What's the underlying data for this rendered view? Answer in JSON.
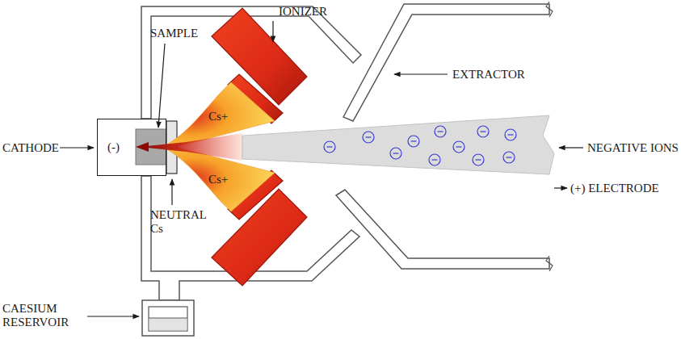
{
  "diagram": {
    "nodes": [
      {
        "text": [
          "(-)"
        ]
      },
      {
        "text": [
          "Cs+"
        ]
      },
      {
        "text": [
          "Cs+"
        ]
      }
    ],
    "labels": [
      "IONIZER",
      "SAMPLE",
      "CATHODE",
      "NEUTRAL Cs",
      "EXTRACTOR",
      "NEGATIVE IONS",
      "(+) ELECTRODE",
      "CAESIUM RESERVOIR"
    ]
  }
}
